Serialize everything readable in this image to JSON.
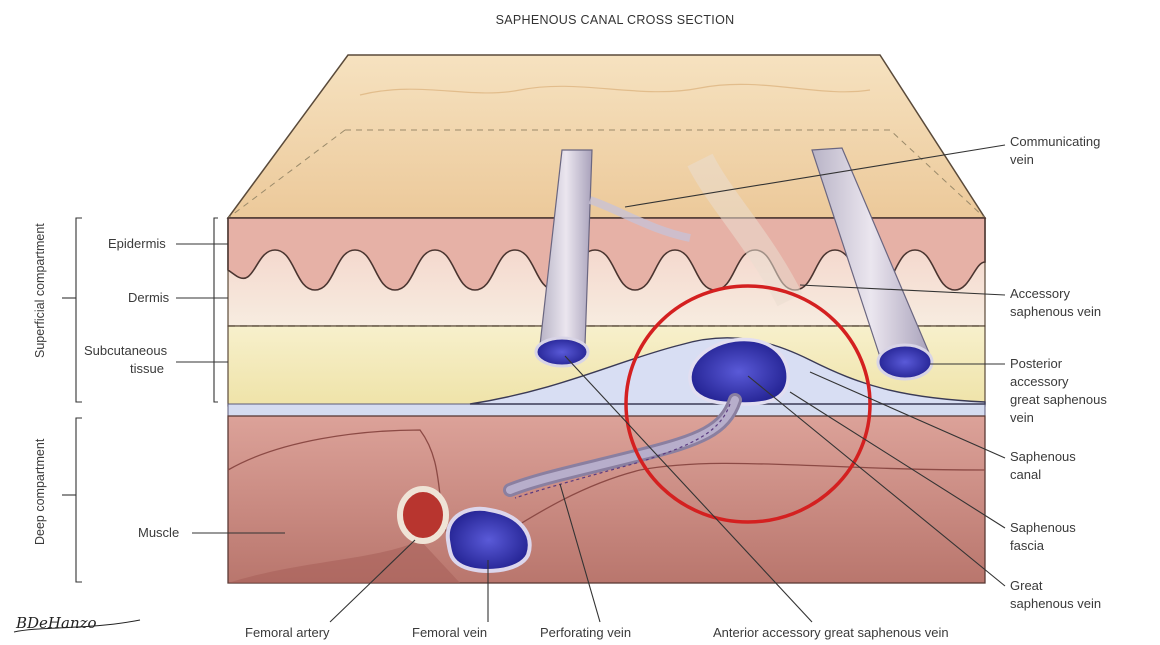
{
  "title": "SAPHENOUS CANAL CROSS SECTION",
  "compartments": {
    "superficial": "Superficial compartment",
    "deep": "Deep compartment"
  },
  "left_labels": {
    "epidermis": "Epidermis",
    "dermis": "Dermis",
    "subcutaneous_1": "Subcutaneous",
    "subcutaneous_2": "tissue",
    "muscle": "Muscle"
  },
  "right_labels": {
    "communicating_1": "Communicating",
    "communicating_2": "vein",
    "accessory_1": "Accessory",
    "accessory_2": "saphenous vein",
    "posterior_1": "Posterior",
    "posterior_2": "accessory",
    "posterior_3": "great saphenous",
    "posterior_4": "vein",
    "canal_1": "Saphenous",
    "canal_2": "canal",
    "fascia_1": "Saphenous",
    "fascia_2": "fascia",
    "great_1": "Great",
    "great_2": "saphenous vein"
  },
  "bottom_labels": {
    "femoral_artery": "Femoral artery",
    "femoral_vein": "Femoral vein",
    "perforating_vein": "Perforating vein",
    "anterior_accessory": "Anterior accessory great saphenous vein"
  },
  "signature": "BDeHanzo",
  "colors": {
    "skin_top": "#f0d4a8",
    "dermis": "#f2c8c0",
    "subcutaneous": "#f4e9b8",
    "muscle": "#c98a82",
    "vein": "#2b2aa8",
    "artery": "#b8352f",
    "highlight_circle": "#d42020"
  }
}
